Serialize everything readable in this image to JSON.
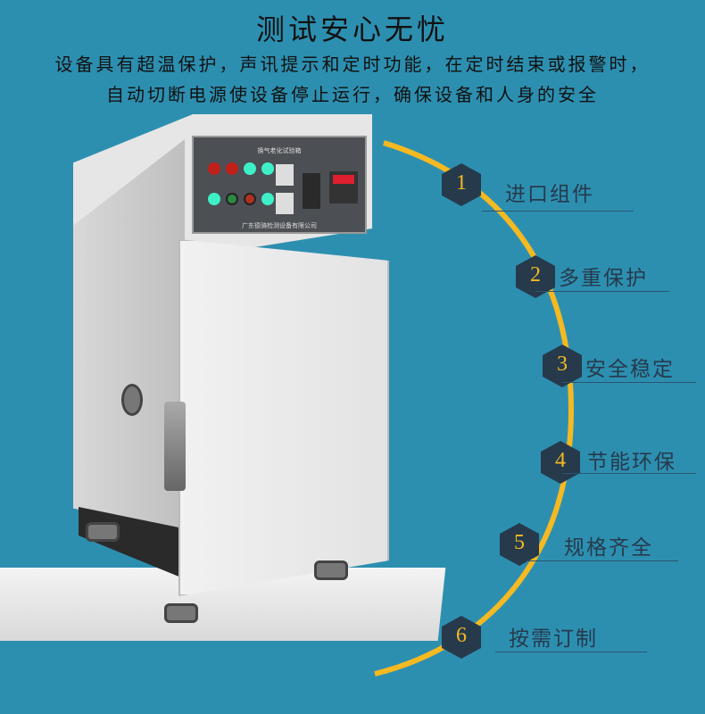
{
  "title": "测试安心无忧",
  "description": [
    "设备具有超温保护，声讯提示和定时功能，在定时结束或报警时，",
    "自动切断电源使设备停止运行，确保设备和人身的安全"
  ],
  "panel": {
    "name": "换气老化试验箱",
    "company": "广东德骑检测设备有限公司"
  },
  "features": [
    {
      "num": "1",
      "label": "进口组件"
    },
    {
      "num": "2",
      "label": "多重保护"
    },
    {
      "num": "3",
      "label": "安全稳定"
    },
    {
      "num": "4",
      "label": "节能环保"
    },
    {
      "num": "5",
      "label": "规格齐全"
    },
    {
      "num": "6",
      "label": "按需订制"
    }
  ],
  "colors": {
    "background": "#2d8fb0",
    "accent": "#f5b921",
    "hex": "#263a4c"
  }
}
